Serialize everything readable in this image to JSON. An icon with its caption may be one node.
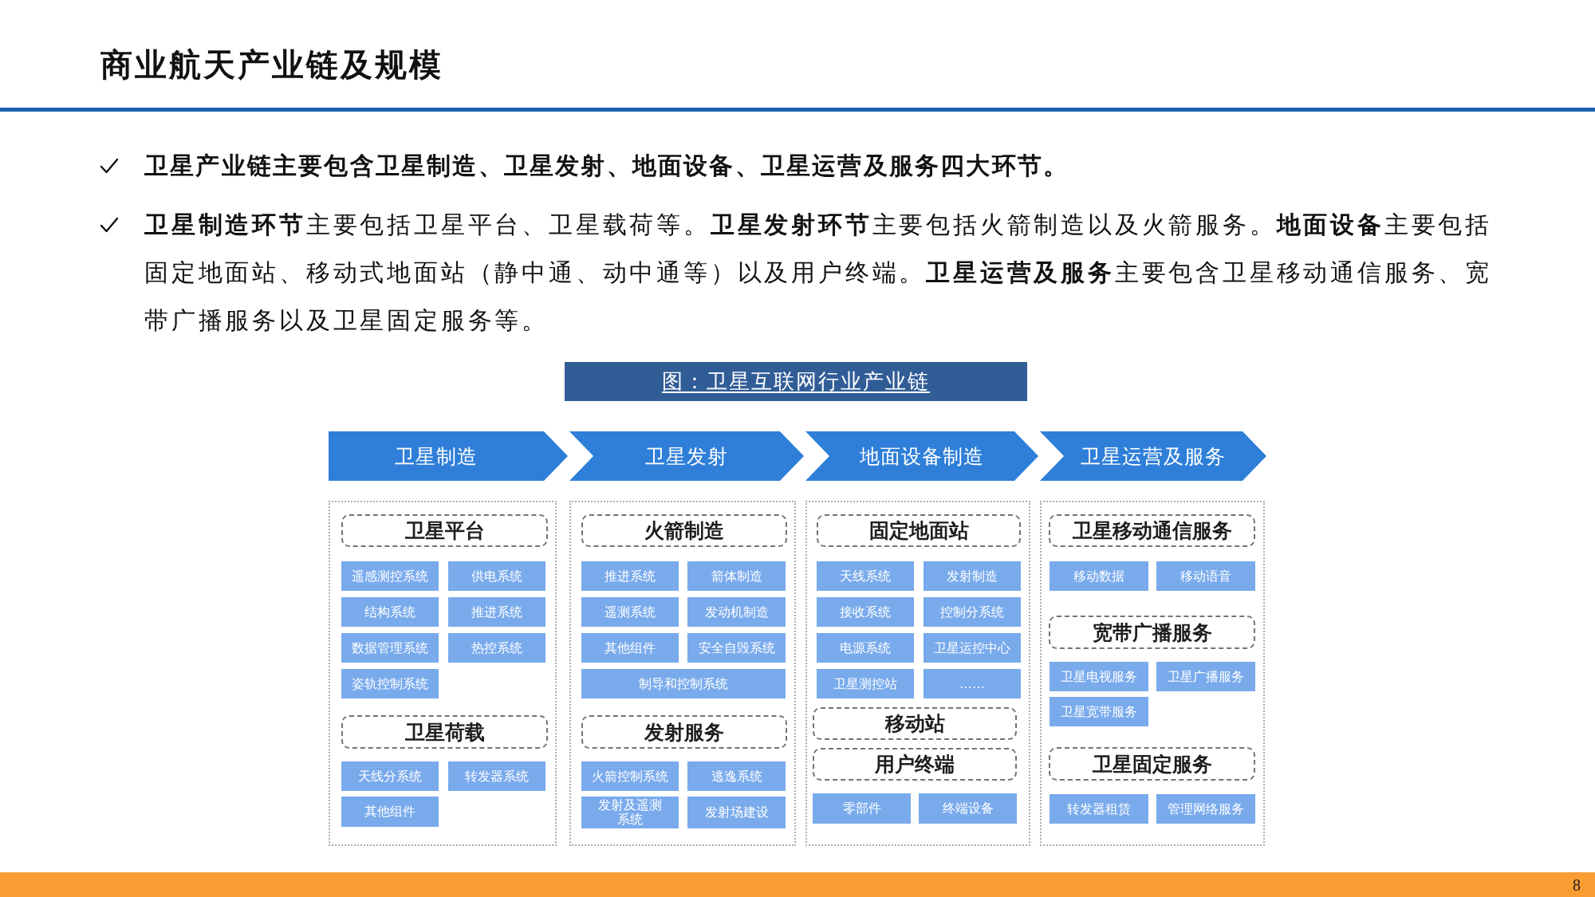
{
  "diagram": {
    "title": "商业航天产业链及规模",
    "caption": "图：卫星互联网行业产业链",
    "nodes": [
      {
        "text": [
          "卫星制造"
        ]
      },
      {
        "text": [
          "卫星发射"
        ]
      },
      {
        "text": [
          "地面设备制造"
        ]
      },
      {
        "text": [
          "卫星运营及服务"
        ]
      },
      {
        "text": [],
        "shape": "box"
      },
      {
        "text": [
          "卫星平台"
        ],
        "in": 4
      },
      {
        "text": [
          "遥感测控系统"
        ],
        "in": 4
      },
      {
        "text": [
          "供电系统"
        ],
        "in": 4
      },
      {
        "text": [
          "结构系统"
        ],
        "in": 4
      },
      {
        "text": [
          "推进系统"
        ],
        "in": 4
      },
      {
        "text": [
          "数据管理系统"
        ],
        "in": 4
      },
      {
        "text": [
          "热控系统"
        ],
        "in": 4
      },
      {
        "text": [
          "姿轨控制系统"
        ],
        "in": 4
      },
      {
        "text": [
          "卫星荷载"
        ],
        "in": 4
      },
      {
        "text": [
          "天线分系统"
        ],
        "in": 4
      },
      {
        "text": [
          "转发器系统"
        ],
        "in": 4
      },
      {
        "text": [
          "其他组件"
        ],
        "in": 4
      },
      {
        "text": [],
        "shape": "box"
      },
      {
        "text": [
          "火箭制造"
        ],
        "in": 17
      },
      {
        "text": [
          "推进系统"
        ],
        "in": 17
      },
      {
        "text": [
          "箭体制造"
        ],
        "in": 17
      },
      {
        "text": [
          "遥测系统"
        ],
        "in": 17
      },
      {
        "text": [
          "发动机制造"
        ],
        "in": 17
      },
      {
        "text": [
          "其他组件"
        ],
        "in": 17
      },
      {
        "text": [
          "安全自毁系统"
        ],
        "in": 17
      },
      {
        "text": [
          "制导和控制系统"
        ],
        "in": 17
      },
      {
        "text": [
          "发射服务"
        ],
        "in": 17
      },
      {
        "text": [
          "火箭控制系统"
        ],
        "in": 17
      },
      {
        "text": [
          "逃逸系统"
        ],
        "in": 17
      },
      {
        "text": [
          "发射及遥测系统"
        ],
        "in": 17
      },
      {
        "text": [
          "发射场建设"
        ],
        "in": 17
      },
      {
        "text": [],
        "shape": "box"
      },
      {
        "text": [
          "固定地面站"
        ],
        "in": 31
      },
      {
        "text": [
          "天线系统"
        ],
        "in": 31
      },
      {
        "text": [
          "发射制造"
        ],
        "in": 31
      },
      {
        "text": [
          "接收系统"
        ],
        "in": 31
      },
      {
        "text": [
          "控制分系统"
        ],
        "in": 31
      },
      {
        "text": [
          "电源系统"
        ],
        "in": 31
      },
      {
        "text": [
          "卫星运控中心"
        ],
        "in": 31
      },
      {
        "text": [
          "卫星测控站"
        ],
        "in": 31
      },
      {
        "text": [
          "……"
        ],
        "in": 31
      },
      {
        "text": [
          "移动站"
        ],
        "in": 31
      },
      {
        "text": [
          "用户终端"
        ],
        "in": 31
      },
      {
        "text": [
          "零部件"
        ],
        "in": 31
      },
      {
        "text": [
          "终端设备"
        ],
        "in": 31
      },
      {
        "text": [],
        "shape": "box"
      },
      {
        "text": [
          "卫星移动通信服务"
        ],
        "in": 45
      },
      {
        "text": [
          "移动数据"
        ],
        "in": 45
      },
      {
        "text": [
          "移动语音"
        ],
        "in": 45
      },
      {
        "text": [
          "宽带广播服务"
        ],
        "in": 45
      },
      {
        "text": [
          "卫星电视服务"
        ],
        "in": 45
      },
      {
        "text": [
          "卫星广播服务"
        ],
        "in": 45
      },
      {
        "text": [
          "卫星宽带服务"
        ],
        "in": 45
      },
      {
        "text": [
          "卫星固定服务"
        ],
        "in": 45
      },
      {
        "text": [
          "转发器租赁"
        ],
        "in": 45
      },
      {
        "text": [
          "管理网络服务"
        ],
        "in": 45
      }
    ],
    "labels": [
      "卫星产业链主要包含卫星制造、卫星发射、地面设备、卫星运营及服务四大环节。",
      "**卫星制造环节**主要包括卫星平台、卫星载荷等。**卫星发射环节**主要包括火箭制造以及火箭服务。**地面设备**主要包括固定地面站、移动式地面站（静中通、动中通等）以及用户终端。**卫星运营及服务**主要包含卫星移动通信服务、宽带广播服务以及卫星固定服务等。",
      "8"
    ]
  }
}
